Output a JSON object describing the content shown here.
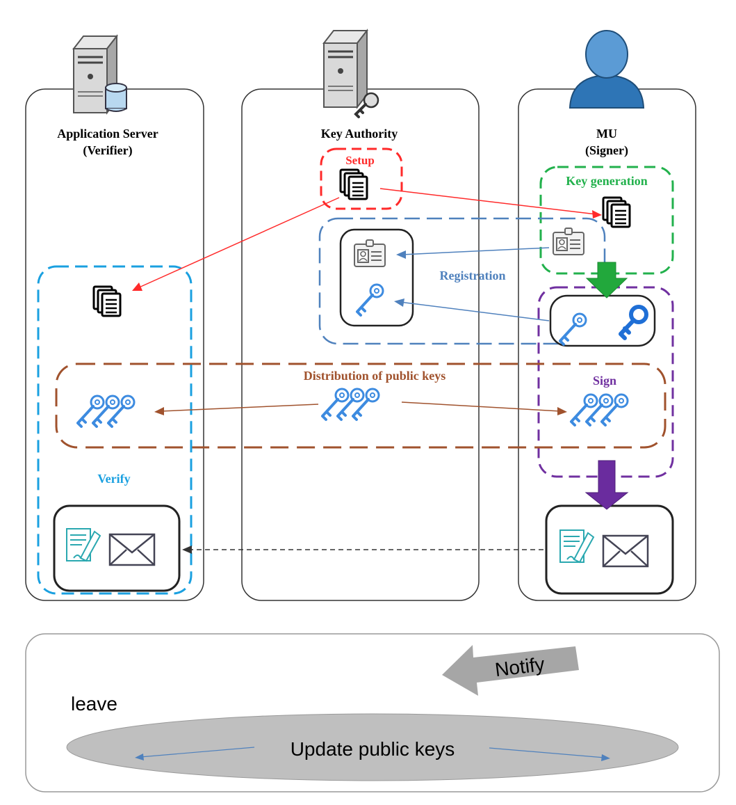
{
  "entities": {
    "verifier": {
      "name": "Application Server",
      "role": "(Verifier)"
    },
    "authority": {
      "name": "Key Authority"
    },
    "signer": {
      "name": "MU",
      "role": "(Signer)"
    }
  },
  "phases": {
    "setup": "Setup",
    "key_generation": "Key generation",
    "registration": "Registration",
    "distribution": "Distribution of public keys",
    "sign": "Sign",
    "verify": "Verify"
  },
  "bottom": {
    "notify": "Notify",
    "leave": "leave",
    "update": "Update public keys"
  },
  "colors": {
    "setup": "#ff2a2a",
    "key_generation": "#22b14c",
    "registration": "#4f81bd",
    "distribution": "#a0522d",
    "sign": "#7030a0",
    "verify": "#1aa0e0",
    "key_icon": "#3d8be0"
  }
}
